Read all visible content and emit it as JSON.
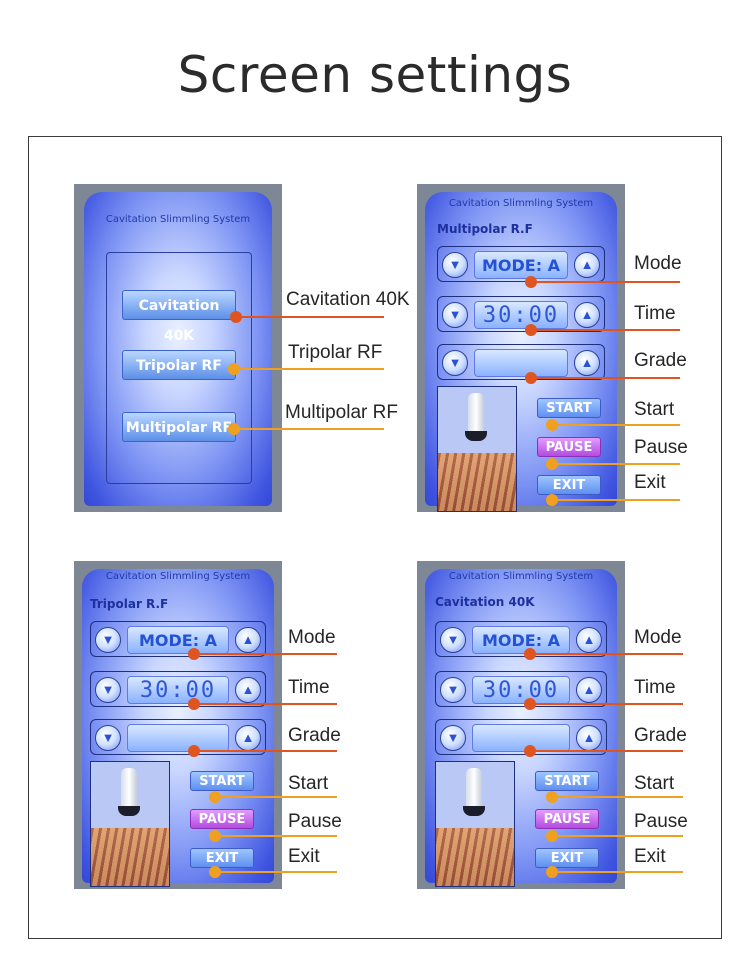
{
  "page_title": "Screen settings",
  "system_title": "Cavitation Slimmling System",
  "menu_screen": {
    "buttons": [
      "Cavitation 40K",
      "Tripolar RF",
      "Multipolar RF"
    ],
    "callouts": [
      "Cavitation 40K",
      "Tripolar RF",
      "Multipolar RF"
    ]
  },
  "control_screens": [
    {
      "mode_name": "Multipolar R.F",
      "mode_value": "MODE: A",
      "time_value": "30:00",
      "start": "START",
      "pause": "PAUSE",
      "exit": "EXIT"
    },
    {
      "mode_name": "Tripolar R.F",
      "mode_value": "MODE: A",
      "time_value": "30:00",
      "start": "START",
      "pause": "PAUSE",
      "exit": "EXIT"
    },
    {
      "mode_name": "Cavitation 40K",
      "mode_value": "MODE: A",
      "time_value": "30:00",
      "start": "START",
      "pause": "PAUSE",
      "exit": "EXIT"
    }
  ],
  "callouts": {
    "mode": "Mode",
    "time": "Time",
    "grade": "Grade",
    "start": "Start",
    "pause": "Pause",
    "exit": "Exit"
  },
  "icons": {
    "down": "down-arrow-icon",
    "up": "up-arrow-icon"
  },
  "colors": {
    "callout_red": "#e0551f",
    "callout_orange": "#f0a020",
    "lcd_blue": "#3347d6"
  }
}
